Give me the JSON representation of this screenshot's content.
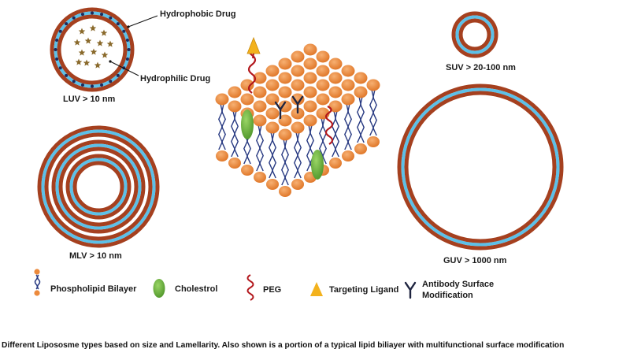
{
  "colors": {
    "membrane_brown": "#a5401f",
    "membrane_blue": "#5cc0e8",
    "lipid_head": "#ec8a3c",
    "lipid_tail": "#283a82",
    "cholesterol": "#6fb43f",
    "peg": "#b2171c",
    "ligand": "#f3b21d",
    "antibody": "#1e2440",
    "hydrophilic_drug": "#8a6a2c"
  },
  "labels": {
    "hydrophobic_drug": "Hydrophobic Drug",
    "hydrophilic_drug": "Hydrophilic Drug",
    "luv": "LUV > 10  nm",
    "suv": "SUV > 20-100 nm",
    "mlv": "MLV > 10 nm",
    "guv": "GUV > 1000 nm"
  },
  "legend": {
    "phospholipid": "Phospholipid Bilayer",
    "cholesterol": "Cholestrol",
    "peg": "PEG",
    "ligand": "Targeting Ligand",
    "antibody_line1": "Antibody Surface",
    "antibody_line2": "Modification"
  },
  "caption": "Different Lipososme types based on size and Lamellarity. Also shown is a portion of a typical lipid biliayer with multifunctional surface modification"
}
